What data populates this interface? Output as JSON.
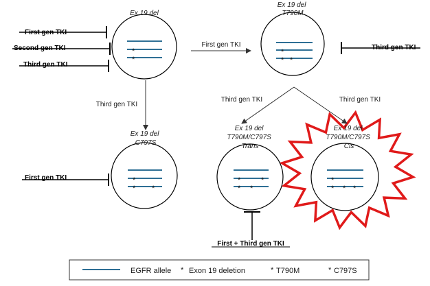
{
  "cells": {
    "top_left": {
      "lines": [
        "Ex 19 del"
      ]
    },
    "top_right": {
      "lines": [
        "Ex 19 del",
        "T790M"
      ]
    },
    "bottom_left": {
      "lines": [
        "Ex 19 del",
        "C797S"
      ]
    },
    "bottom_middle": {
      "lines": [
        "Ex 19 del",
        "T790M/C797S",
        "Trans"
      ]
    },
    "bottom_right": {
      "lines": [
        "Ex 19 del",
        "T790M/C797S",
        "Cis"
      ]
    }
  },
  "inhibitors": {
    "first_gen": "First gen TKI",
    "second_gen": "Second gen TKI",
    "third_gen": "Third gen TKI",
    "first_plus_third": "First + Third gen TKI"
  },
  "transitions": {
    "first_gen": "First gen TKI",
    "third_gen_down": "Third gen TKI",
    "third_gen_trans": "Third gen TKI",
    "third_gen_cis": "Third gen TKI"
  },
  "mutation_marks": {
    "exon19": "*",
    "t790m": "*",
    "c797s": "*"
  },
  "legend": {
    "egfr_allele": "EGFR allele",
    "exon19_deletion": "Exon 19 deletion",
    "t790m": "T790M",
    "c797s": "C797S",
    "asterisk": "*"
  },
  "colors": {
    "allele": "#2e6f95",
    "exon19_mark": "#222222",
    "t790m_mark": "#2e6f95",
    "c797s_mark": "#cc2233",
    "starburst_stroke": "#e01a1a"
  }
}
